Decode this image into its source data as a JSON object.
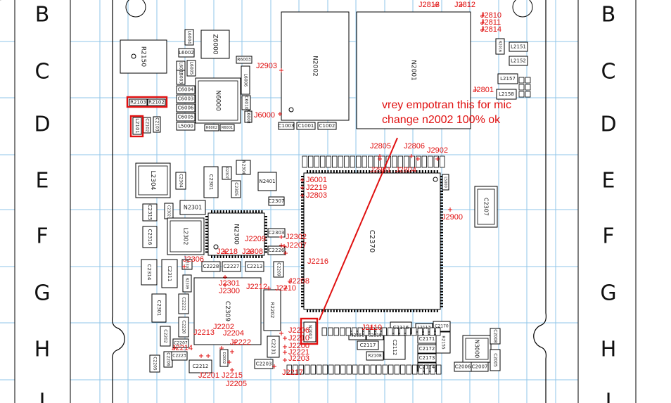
{
  "row_letters": [
    "B",
    "C",
    "D",
    "E",
    "F",
    "G",
    "H",
    "I"
  ],
  "annotation": {
    "line1": "vrey empotran this for mic",
    "line2": "change n2002 100% ok"
  },
  "colors": {
    "grid": "#8fc5e8",
    "annotation": "#e01010",
    "outline": "#000000",
    "silk": "#222222"
  },
  "highlighted_parts": [
    "R2103",
    "R2102",
    "L2101",
    "N2002"
  ],
  "components": [
    "R2150",
    "L6002",
    "L6001",
    "L6003",
    "L6004",
    "L6005",
    "R6003",
    "R6004",
    "R6005",
    "L6006",
    "R6006",
    "C6007",
    "C6004",
    "C6003",
    "C6006",
    "C6009",
    "C6005",
    "L5000",
    "Z6000",
    "N6000",
    "R6002",
    "R6001",
    "C6010",
    "C6008",
    "N2002",
    "C1003",
    "C1001",
    "C1002",
    "N2001",
    "L2151",
    "L2152",
    "L2157",
    "L2158",
    "R2016",
    "R2103",
    "R2102",
    "L2101",
    "C2102",
    "C2103",
    "R2100",
    "L2304",
    "C2304",
    "C2301",
    "N2304",
    "R2307",
    "C2305",
    "R2306",
    "R2305",
    "N2401",
    "C2307",
    "C2303",
    "C2302",
    "N2301",
    "C2315",
    "C2316",
    "L2302",
    "C2314",
    "C2311",
    "N2300",
    "C2310",
    "C2226",
    "C2228",
    "C2227",
    "C2213",
    "C2209",
    "R2303",
    "R2304",
    "R2308",
    "R2309",
    "D2800",
    "C2370",
    "C2307",
    "N2200",
    "C2309",
    "C2301",
    "C2215",
    "C2222",
    "C2220",
    "C2202",
    "C2231",
    "C2212",
    "R2202",
    "C2203",
    "C2204",
    "C2205",
    "C2206",
    "C2207",
    "C2223",
    "C2225",
    "C2224",
    "D2002",
    "C2155",
    "C2116",
    "C2118",
    "R2108",
    "C2117",
    "N2151",
    "C2112",
    "L2113",
    "C2170",
    "C2171",
    "C2172",
    "C2173",
    "C2174",
    "R2155",
    "N3000",
    "C2006",
    "C2007",
    "C2005",
    "C2008"
  ],
  "test_points": [
    "J2813",
    "J2812",
    "J2810",
    "J2811",
    "J2814",
    "J2903",
    "J6000",
    "J2801",
    "J2805",
    "J2806",
    "J2902",
    "J2901",
    "J2804",
    "J6001",
    "J2219",
    "J2803",
    "J2900",
    "J2209",
    "J2302",
    "J2207",
    "J2218",
    "J2308",
    "J2216",
    "J2306",
    "J2301",
    "J2300",
    "J2212",
    "J2210",
    "J2208",
    "J2213",
    "J2202",
    "J2204",
    "J2214",
    "J2222",
    "J2201",
    "J2215",
    "J2205",
    "J2203",
    "J2200",
    "J2206",
    "J2217",
    "J2221",
    "J2110",
    "J2210"
  ]
}
